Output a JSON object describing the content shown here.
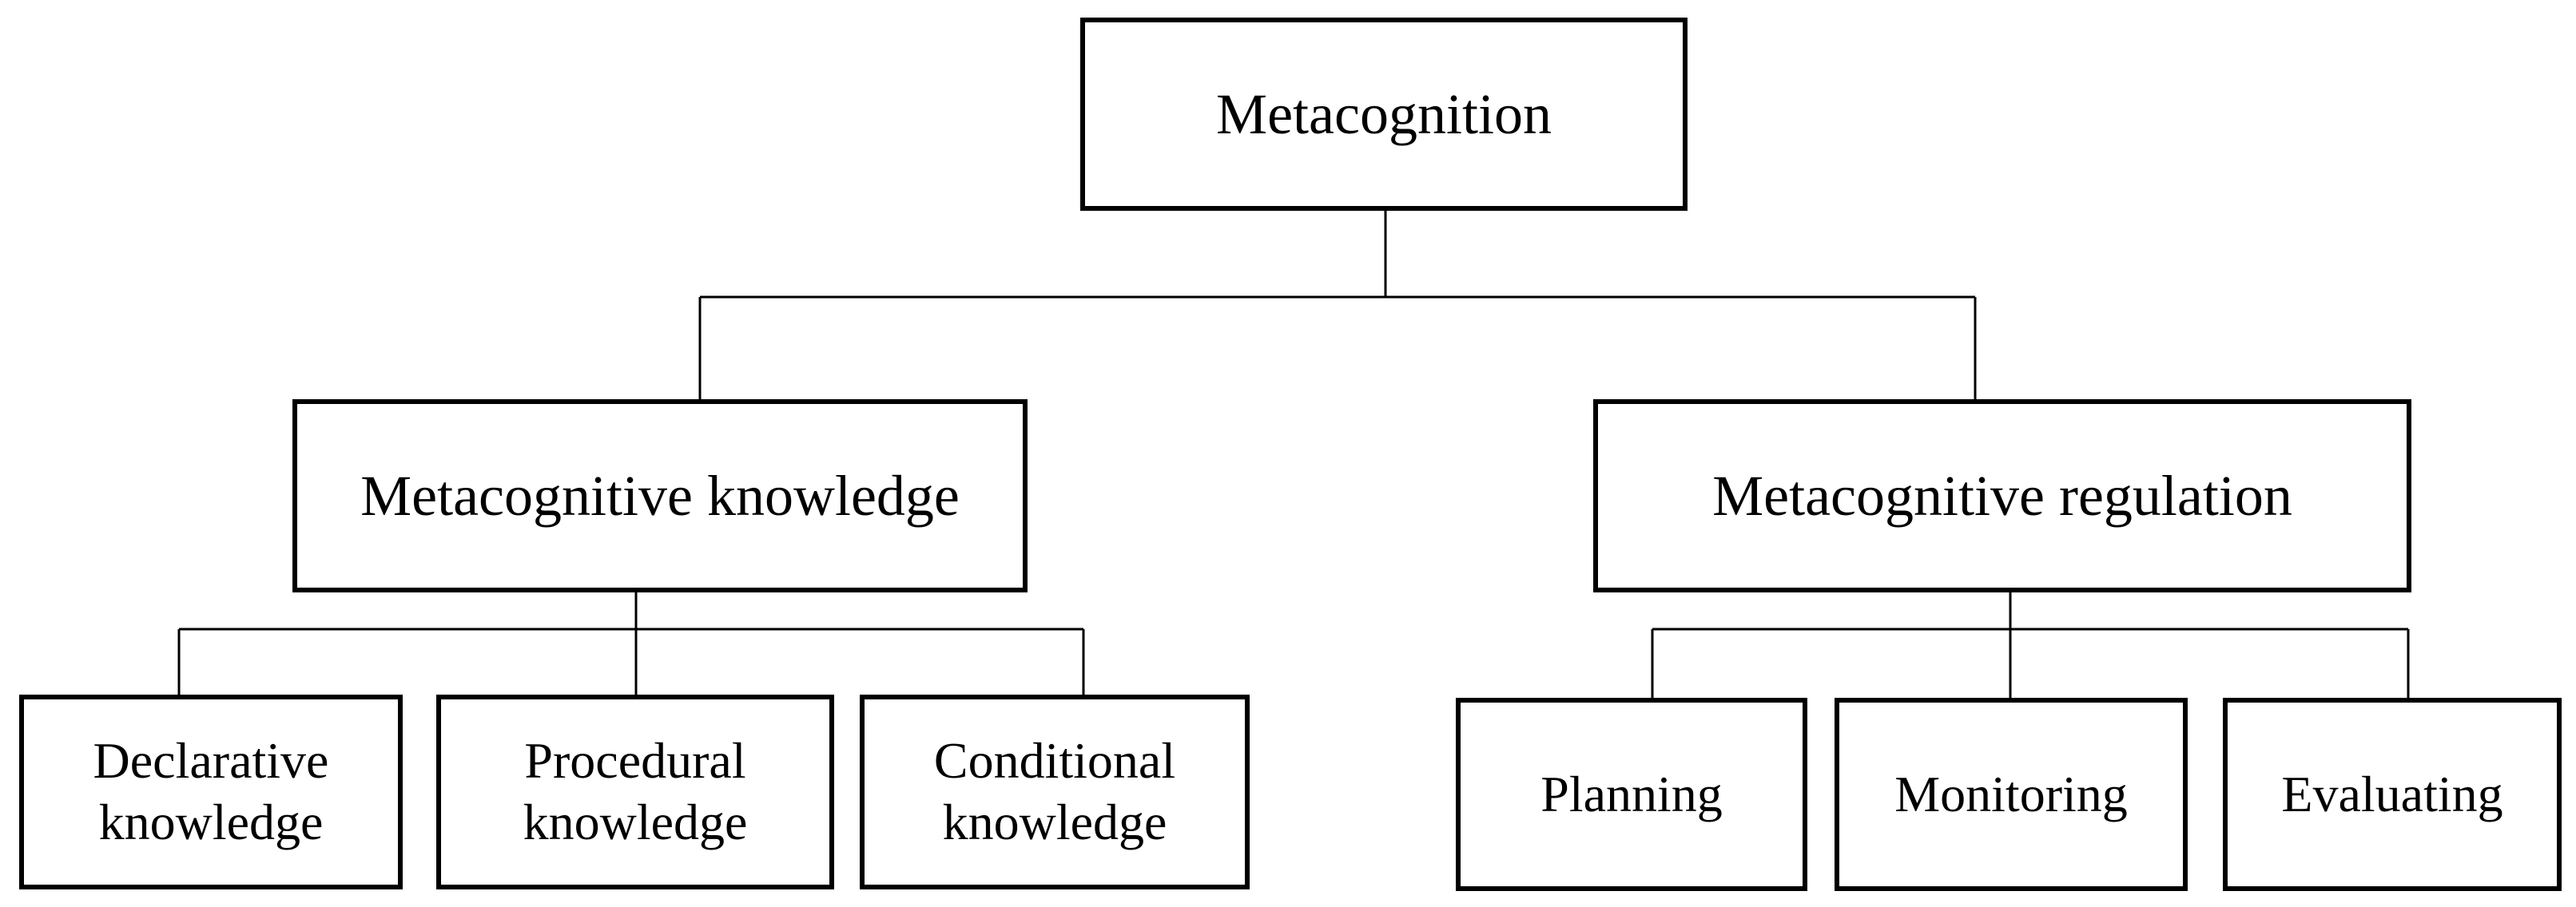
{
  "root": {
    "label": "Metacognition"
  },
  "branches": [
    {
      "label": "Metacognitive knowledge",
      "children": [
        {
          "line1": "Declarative",
          "line2": "knowledge"
        },
        {
          "line1": "Procedural",
          "line2": "knowledge"
        },
        {
          "line1": "Conditional",
          "line2": "knowledge"
        }
      ]
    },
    {
      "label": "Metacognitive regulation",
      "children": [
        {
          "label": "Planning"
        },
        {
          "label": "Monitoring"
        },
        {
          "label": "Evaluating"
        }
      ]
    }
  ]
}
